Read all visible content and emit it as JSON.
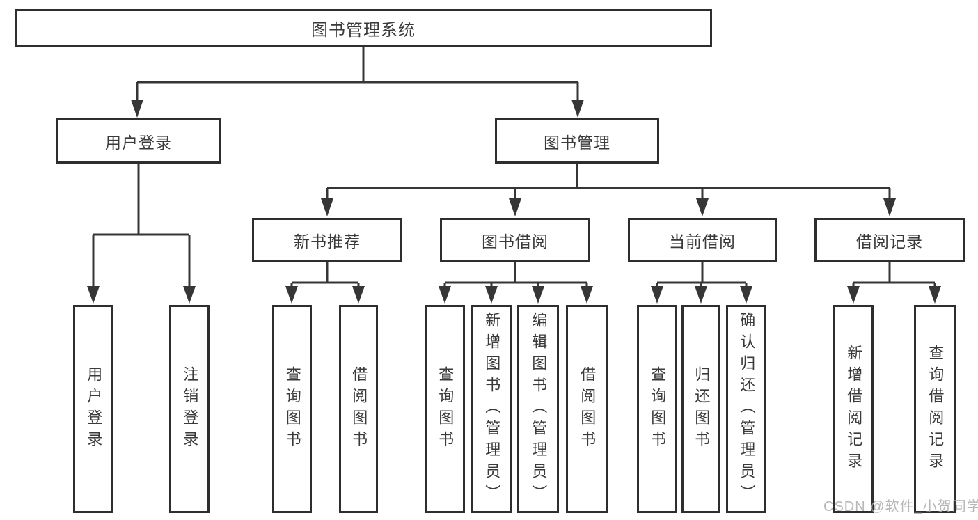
{
  "nodes": {
    "root": "图书管理系统",
    "user_login": "用户登录",
    "book_mgmt": "图书管理",
    "new_book_rec": "新书推荐",
    "book_borrow": "图书借阅",
    "current_borrow": "当前借阅",
    "borrow_records": "借阅记录",
    "leaf": {
      "user_login": "用户登录",
      "logout": "注销登录",
      "rec_query_books": "查询图书",
      "rec_borrow_books": "借阅图书",
      "bb_query_books": "查询图书",
      "bb_add_books": "新增图书（管理员）",
      "bb_edit_books": "编辑图书（管理员）",
      "bb_borrow_books": "借阅图书",
      "cb_query_books": "查询图书",
      "cb_return_books": "归还图书",
      "cb_confirm_return": "确认归还（管理员）",
      "br_add_record": "新增借阅记录",
      "br_query_record": "查询借阅记录"
    }
  },
  "hierarchy": {
    "图书管理系统": [
      "用户登录",
      "图书管理"
    ],
    "用户登录": [
      "用户登录",
      "注销登录"
    ],
    "图书管理": [
      "新书推荐",
      "图书借阅",
      "当前借阅",
      "借阅记录"
    ],
    "新书推荐": [
      "查询图书",
      "借阅图书"
    ],
    "图书借阅": [
      "查询图书",
      "新增图书（管理员）",
      "编辑图书（管理员）",
      "借阅图书"
    ],
    "当前借阅": [
      "查询图书",
      "归还图书",
      "确认归还（管理员）"
    ],
    "借阅记录": [
      "新增借阅记录",
      "查询借阅记录"
    ]
  },
  "watermark": "CSDN @软件_小贺同学",
  "colors": {
    "line": "#363636",
    "box_border": "#2e2e2e",
    "text": "#3a3a3a",
    "watermark": "#aaaaaa",
    "background": "#ffffff"
  }
}
